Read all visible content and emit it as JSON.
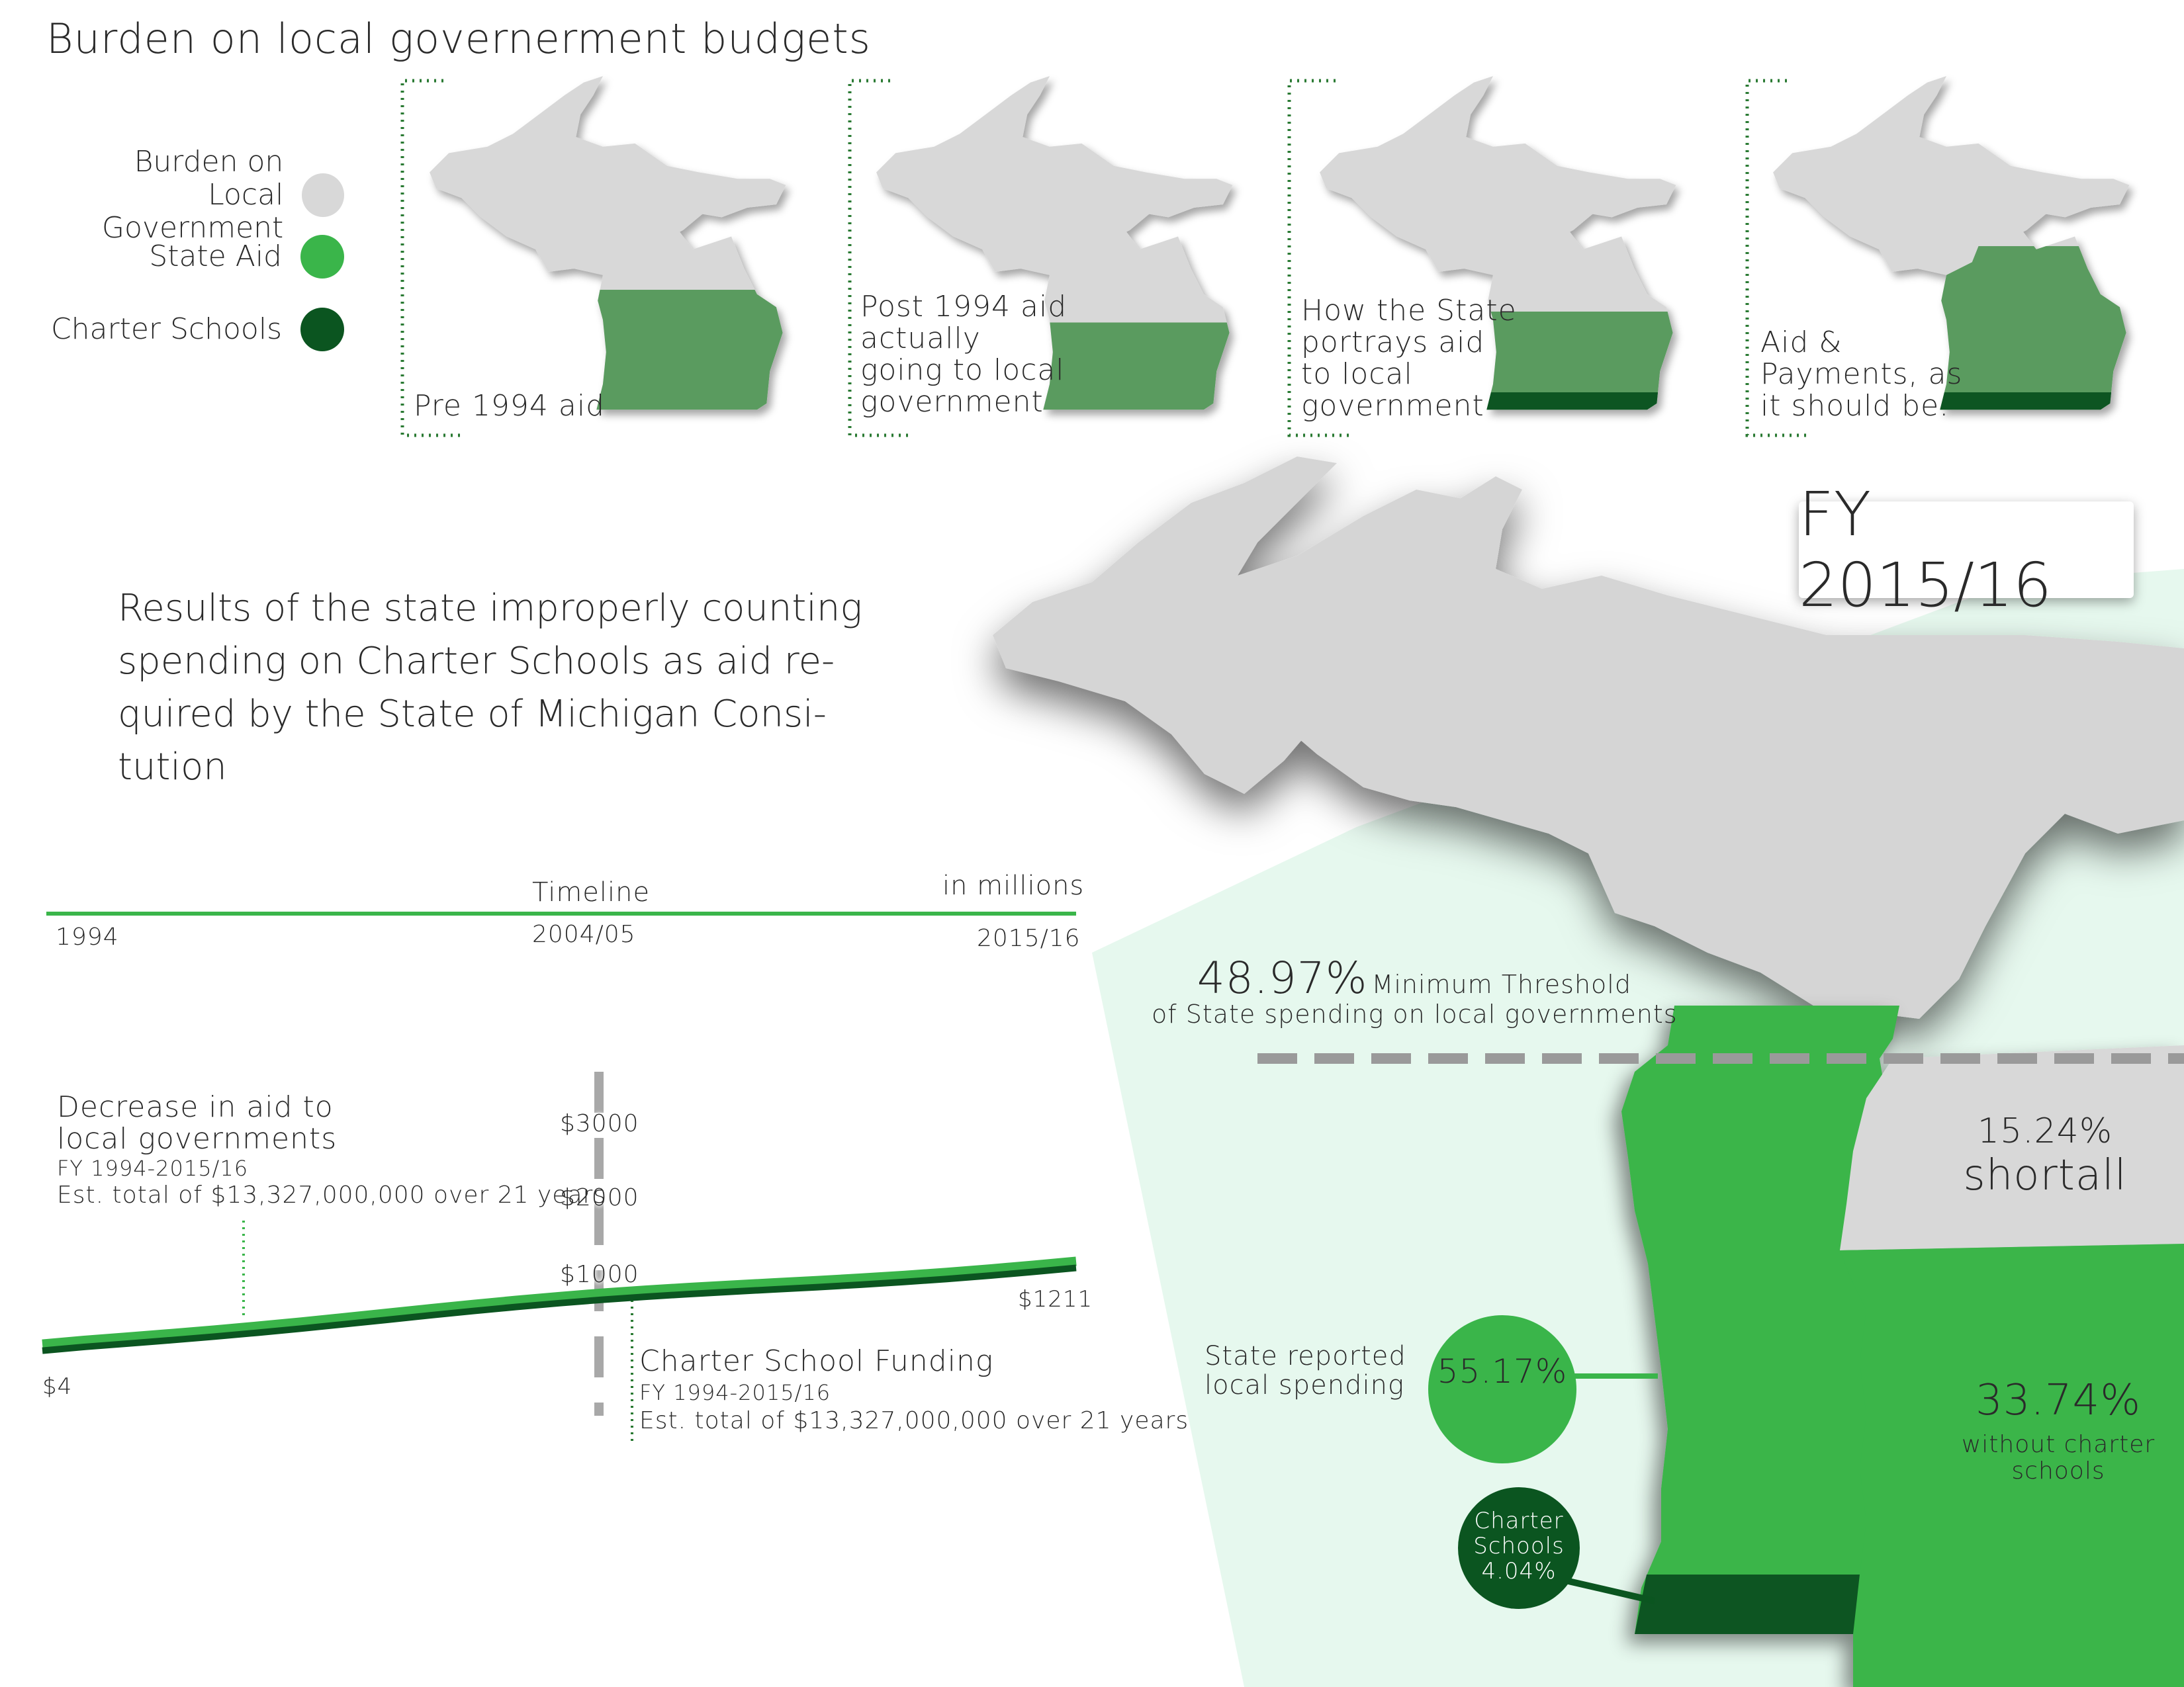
{
  "title": "Burden on local governerment budgets",
  "legend": [
    {
      "label_line1": "Burden on",
      "label_line2": "Local Government",
      "color": "#d8d8d8"
    },
    {
      "label_line1": "State Aid",
      "label_line2": "",
      "color": "#3ab54a"
    },
    {
      "label_line1": "Charter Schools",
      "label_line2": "",
      "color": "#0b5520"
    }
  ],
  "maps": [
    {
      "caption_lines": [
        "Pre 1994 aid"
      ],
      "state_aid_share": 0.55,
      "charter_share": 0
    },
    {
      "caption_lines": [
        "Post 1994 aid",
        "actually",
        "going to local",
        "government"
      ],
      "state_aid_share": 0.4,
      "charter_share": 0
    },
    {
      "caption_lines": [
        "How the State",
        "portrays aid",
        "to local",
        "government"
      ],
      "state_aid_share": 0.45,
      "charter_share": 0.08
    },
    {
      "caption_lines": [
        "Aid &",
        "Payments, as",
        "it should be."
      ],
      "state_aid_share": 0.75,
      "charter_share": 0.08
    }
  ],
  "results_text": "Results of the state improperly counting spending on Charter Schools as aid re-quired by the State of Michigan Consi-tution",
  "timeline": {
    "label": "Timeline",
    "units": "in millions",
    "start": "1994",
    "mid": "2004/05",
    "end": "2015/16"
  },
  "chart_data": {
    "type": "line",
    "x": [
      "1994",
      "2004/05",
      "2015/16"
    ],
    "ticks": [
      "$3000",
      "$2000",
      "$1000"
    ],
    "start_label": "$4",
    "end_label": "$1211",
    "start_value": 4,
    "end_value": 1211
  },
  "annotations": {
    "decrease": {
      "line1": "Decrease in aid to",
      "line2": "local governments",
      "line3": "FY 1994-2015/16",
      "line4": "Est. total of $13,327,000,000 over 21 years"
    },
    "charter": {
      "line1": "Charter School Funding",
      "line2": "FY 1994-2015/16",
      "line3": "Est. total of $13,327,000,000 over 21 years"
    }
  },
  "fy": "FY 2015/16",
  "threshold": {
    "pct": "48.97%",
    "line1": "Minimum Threshold",
    "line2": "of State spending on local governments"
  },
  "state_reported": {
    "line1": "State reported",
    "line2": "local spending",
    "pct": "55.17%"
  },
  "charter_bubble": {
    "line1": "Charter",
    "line2": "Schools",
    "pct": "4.04%"
  },
  "shortfall": {
    "pct": "15.24%",
    "label": "shortall"
  },
  "without_charter": {
    "pct": "33.74%",
    "line1": "without charter",
    "line2": "schools"
  },
  "colors": {
    "grey": "#d8d8d8",
    "state_aid": "#3ab54a",
    "state_aid_muted": "#5a9b5f",
    "charter": "#0b5520",
    "pale": "#e6f8ee"
  }
}
